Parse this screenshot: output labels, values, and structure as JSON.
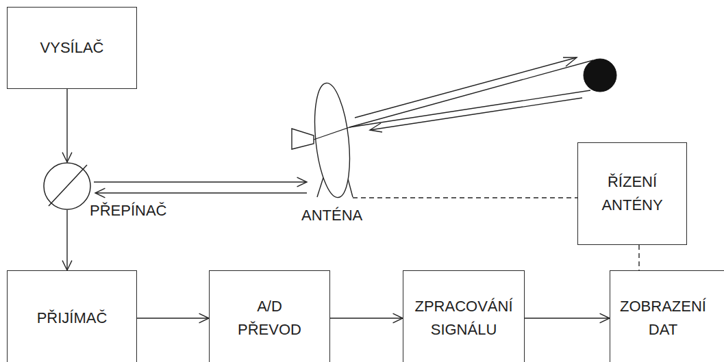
{
  "diagram": {
    "nodes": [
      {
        "text": [
          "VYSÍLAČ"
        ]
      },
      {
        "text": [
          "PŘEPÍNAČ"
        ]
      },
      {
        "text": [
          "ANTÉNA"
        ]
      },
      {
        "text": [
          "ŘÍZENÍ ANTÉNY"
        ]
      },
      {
        "text": [
          "PŘIJÍMAČ"
        ]
      },
      {
        "text": [
          "A/D PŘEVOD"
        ]
      },
      {
        "text": [
          "ZPRACOVÁNÍ SIGNÁLU"
        ]
      },
      {
        "text": [
          "ZOBRAZENÍ DAT"
        ]
      }
    ],
    "edges": [
      {
        "from": 0,
        "to": 1,
        "arrow": "to"
      },
      {
        "from": 1,
        "to": 2,
        "arrow": "to"
      },
      {
        "from": 2,
        "to": 1,
        "arrow": "to"
      },
      {
        "from": 1,
        "to": 4,
        "arrow": "to"
      },
      {
        "from": 2,
        "to": 3,
        "arrow": "none"
      },
      {
        "from": 3,
        "to": 7,
        "arrow": "none"
      },
      {
        "from": 4,
        "to": 5,
        "arrow": "to"
      },
      {
        "from": 5,
        "to": 6,
        "arrow": "to"
      },
      {
        "from": 6,
        "to": 7,
        "arrow": "to"
      }
    ]
  }
}
